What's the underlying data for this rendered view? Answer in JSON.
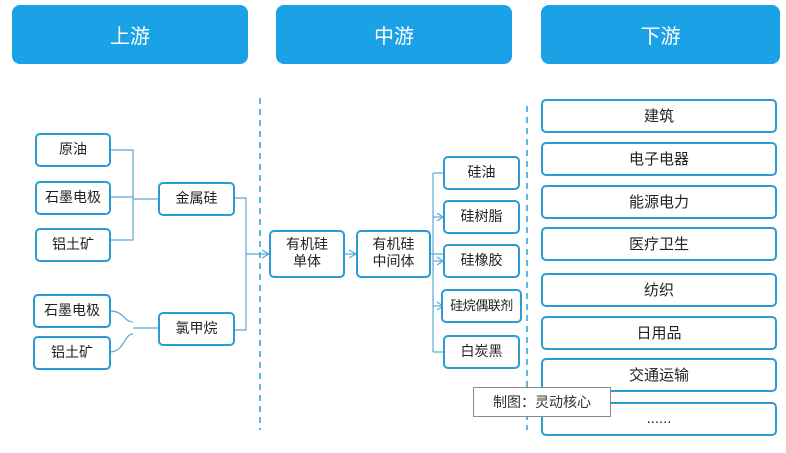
{
  "headers": {
    "upstream": "上游",
    "midstream": "中游",
    "downstream": "下游"
  },
  "upstream": {
    "group1": [
      "原油",
      "石墨电极",
      "铝土矿"
    ],
    "group2": [
      "石墨电极",
      "铝土矿"
    ],
    "metal_silicon": "金属硅",
    "chloromethane": "氯甲烷"
  },
  "midstream": {
    "monomer": "有机硅\n单体",
    "intermediate": "有机硅\n中间体",
    "products": [
      "硅油",
      "硅树脂",
      "硅橡胶",
      "硅烷偶联剂",
      "白炭黑"
    ]
  },
  "downstream": {
    "items": [
      "建筑",
      "电子电器",
      "能源电力",
      "医疗卫生",
      "纺织",
      "日用品",
      "交通运输",
      "......"
    ]
  },
  "caption": "制图：灵动核心",
  "colors": {
    "header_bg": "#1aa1e6",
    "border": "#2b9bd3",
    "connector": "#5aa9d6"
  }
}
